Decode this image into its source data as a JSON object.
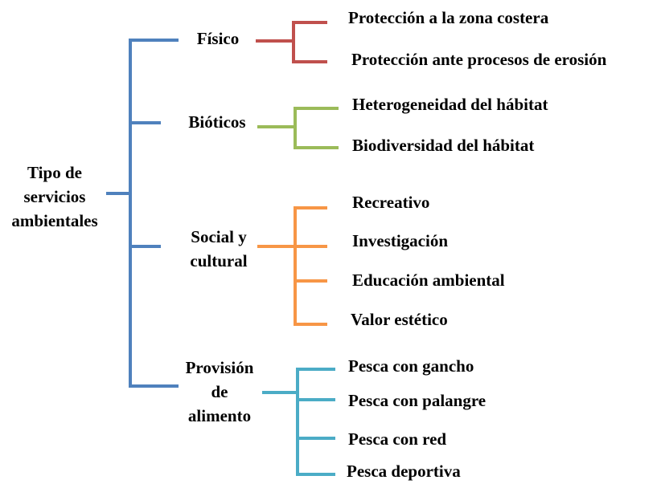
{
  "root": {
    "lines": [
      "Tipo de",
      "servicios",
      "ambientales"
    ],
    "color": "#4f81bd"
  },
  "categories": [
    {
      "id": "fisico",
      "lines": [
        "Físico"
      ],
      "color": "#c0504d",
      "items": [
        "Protección a la zona costera",
        "Protección ante procesos de erosión"
      ]
    },
    {
      "id": "bioticos",
      "lines": [
        "Bióticos"
      ],
      "color": "#9bbb59",
      "items": [
        "Heterogeneidad del hábitat",
        "Biodiversidad del hábitat"
      ]
    },
    {
      "id": "social",
      "lines": [
        "Social y",
        "cultural"
      ],
      "color": "#f79646",
      "items": [
        "Recreativo",
        "Investigación",
        "Educación ambiental",
        "Valor estético"
      ]
    },
    {
      "id": "provision",
      "lines": [
        "Provisión",
        "de",
        "alimento"
      ],
      "color": "#4bacc6",
      "items": [
        "Pesca con gancho",
        "Pesca con palangre",
        "Pesca con red",
        "Pesca deportiva"
      ]
    }
  ]
}
